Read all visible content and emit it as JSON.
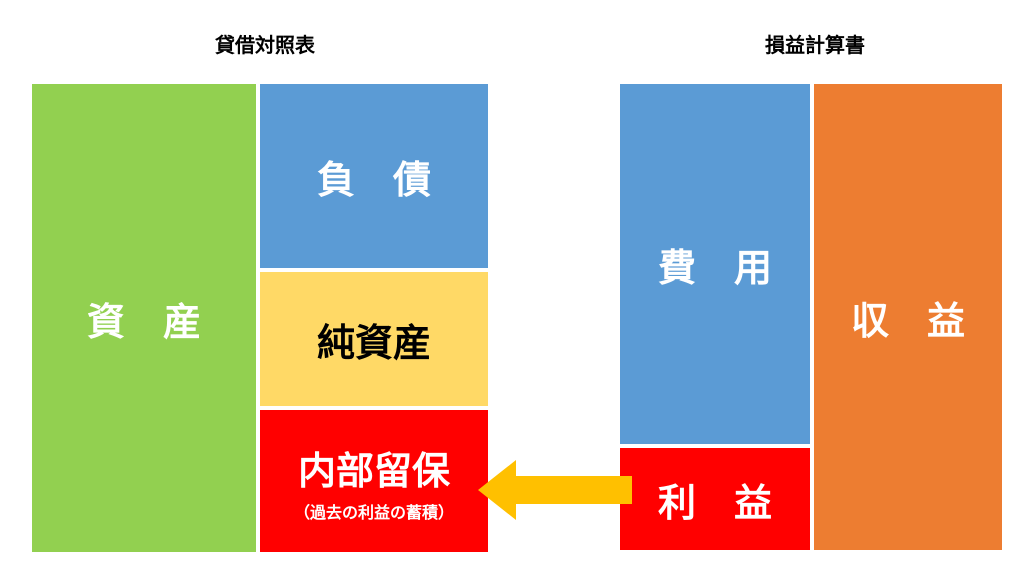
{
  "balance_sheet": {
    "title": "貸借対照表",
    "assets": "資　産",
    "liabilities": "負　債",
    "net_assets": "純資産",
    "retained_earnings": "内部留保",
    "retained_earnings_note": "（過去の利益の蓄積）"
  },
  "income_statement": {
    "title": "損益計算書",
    "expenses": "費　用",
    "revenue": "収　益",
    "profit": "利　益"
  },
  "colors": {
    "assets": "#92d050",
    "liabilities": "#5b9bd5",
    "net_assets": "#ffd966",
    "retained_earnings": "#ff0000",
    "expenses": "#5b9bd5",
    "revenue": "#ed7d31",
    "profit": "#ff0000",
    "arrow": "#ffc000"
  }
}
